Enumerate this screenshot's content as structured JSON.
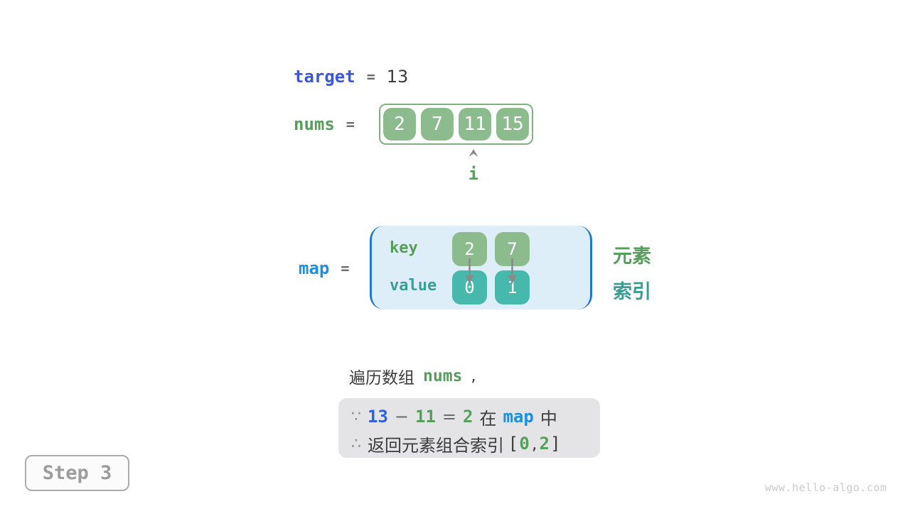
{
  "colors": {
    "green_box": "#8cbc8e",
    "green_border": "#7db37f",
    "green_text": "#579d5b",
    "teal_box": "#47b8ac",
    "teal_text": "#3b9e94",
    "royal_blue": "#3a58d5",
    "sky_blue": "#1f8fe0",
    "bracket_blue": "#1f78cb",
    "map_fill": "#ddeef8",
    "gray_symbol": "#8a8a8a",
    "dark_text": "#3c3c3c",
    "note_box_gray": "#e4e4e6"
  },
  "target_line": {
    "label": "target",
    "equals": "=",
    "value": "13"
  },
  "nums_line": {
    "label": "nums",
    "equals": "=",
    "values": [
      "2",
      "7",
      "11",
      "15"
    ],
    "pointer": "i"
  },
  "map_line": {
    "label": "map",
    "equals": "=",
    "key_label": "key",
    "value_label": "value",
    "entries": [
      {
        "key": "2",
        "value": "0"
      },
      {
        "key": "7",
        "value": "1"
      }
    ],
    "legend_element": "元素",
    "legend_index": "索引"
  },
  "caption": {
    "prefix": "遍历数组",
    "code_ref": "nums",
    "suffix": ","
  },
  "conclusion": {
    "because": "∵",
    "minuend": "13",
    "minus": "−",
    "subtrahend": "11",
    "equals": "=",
    "difference": "2",
    "in_word": "在",
    "map_ref": "map",
    "in_word2": "中",
    "therefore": "∴",
    "return_text": "返回元素组合索引",
    "bracket_open": "[",
    "index_a": "0",
    "comma": ",",
    "index_b": "2",
    "bracket_close": "]"
  },
  "step_badge": {
    "label": "Step 3"
  },
  "watermark": "www.hello-algo.com"
}
